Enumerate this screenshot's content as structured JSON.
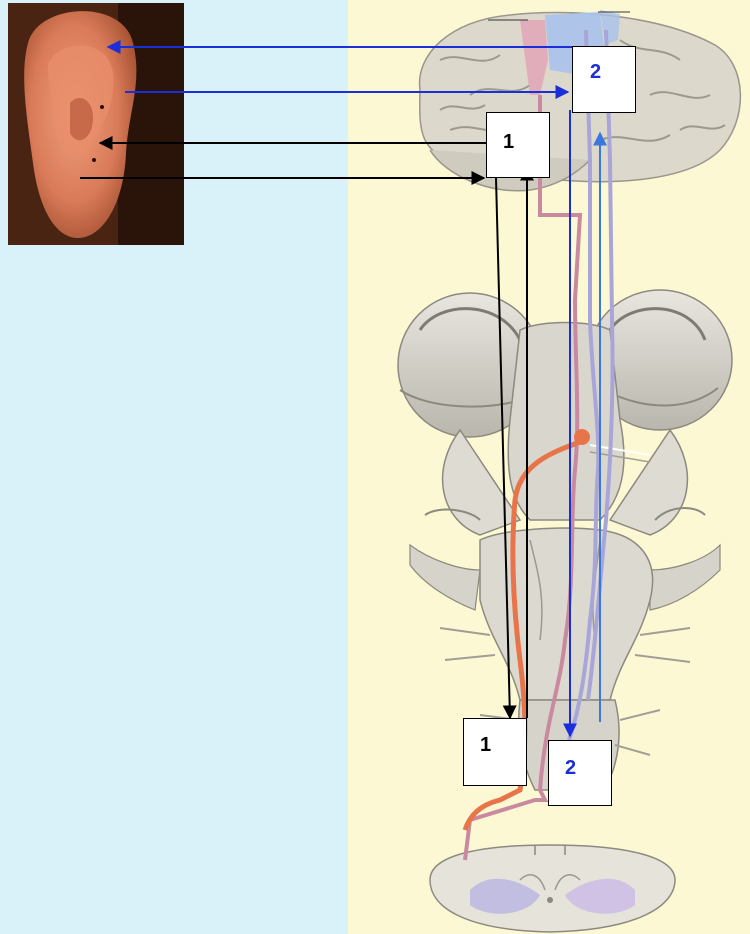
{
  "figure": {
    "labels": {
      "box_cortex_1": "1",
      "box_cortex_2": "2",
      "box_spinal_1": "1",
      "box_spinal_2": "2"
    },
    "colors": {
      "background_left": "#d9f1f9",
      "background_panel": "#fdf8d4",
      "pathway_1_arrow": "#000000",
      "pathway_2_arrow": "#1a2ed9",
      "pathway_2_ascending_arrow": "#3a78e0",
      "tract_pink": "#c98aa0",
      "tract_orange": "#e8744a",
      "tract_lavender": "#a8a6d8"
    },
    "icons": [
      "ear-photo",
      "brain-illustration",
      "brainstem-illustration",
      "spinal-cord-section"
    ]
  }
}
